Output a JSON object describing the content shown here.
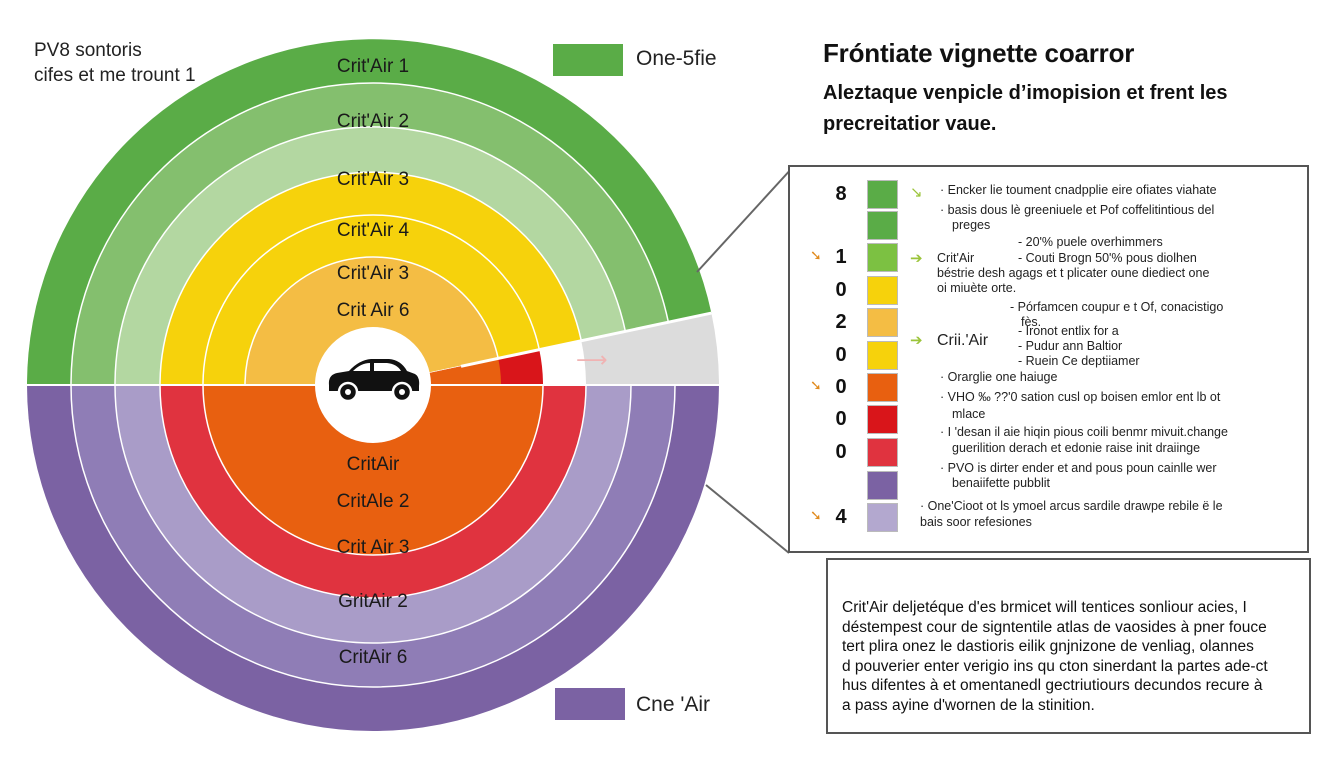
{
  "top_note": [
    "PV8 sontoris",
    "cifes et me trount 1"
  ],
  "title": "Fróntiate vignette coarror",
  "subtitle": "Aleztaque venpicle d’imopision et frent les precreitatior vaue.",
  "swatch_top": {
    "label": "One-5fie",
    "color": "#5aac47"
  },
  "swatch_bottom": {
    "label": "Cne 'Air",
    "color": "#7b62a3"
  },
  "rings_upper": [
    {
      "label": "Crit'Air 1",
      "color": "#5aac47"
    },
    {
      "label": "Crit'Air 2",
      "color": "#84bf6e"
    },
    {
      "label": "Crit'Air 3",
      "color": "#b3d7a1"
    },
    {
      "label": "Crit'Air 4",
      "color": "#f6d20c"
    },
    {
      "label": "Crit'Air 3",
      "color": "#f6d20c"
    },
    {
      "label": "Crit Air 6",
      "color": "#f4bd44"
    }
  ],
  "rings_lower": [
    {
      "label": "CritAir 6",
      "color": "#7b62a3"
    },
    {
      "label": "GritAir 2",
      "color": "#8f7db6"
    },
    {
      "label": "Crit Air 3",
      "color": "#a99cc8"
    },
    {
      "label": "CritAle 2",
      "color": "#e0333f"
    },
    {
      "label": "CritAir",
      "color": "#e86010"
    }
  ],
  "legend": {
    "rows": [
      {
        "num": "8",
        "arrow": false,
        "color": "#5aac47"
      },
      {
        "num": "",
        "arrow": false,
        "color": "#5aac47"
      },
      {
        "num": "1",
        "arrow": true,
        "color": "#7cc142"
      },
      {
        "num": "0",
        "arrow": false,
        "color": "#f6d20c"
      },
      {
        "num": "2",
        "arrow": false,
        "color": "#f4bd44"
      },
      {
        "num": "0",
        "arrow": false,
        "color": "#f6d20c"
      },
      {
        "num": "0",
        "arrow": true,
        "color": "#e86010"
      },
      {
        "num": "0",
        "arrow": false,
        "color": "#d9151a"
      },
      {
        "num": "0",
        "arrow": false,
        "color": "#e0333f"
      },
      {
        "num": "",
        "arrow": false,
        "color": "#7b62a3"
      },
      {
        "num": "4",
        "arrow": true,
        "color": "#b3a8cf"
      }
    ],
    "texts": [
      "· Encker lie toument cnadpplie eire ofiates viahate",
      "· basis dous lè greeniuele et Pof coffelitintious del",
      "preges",
      "- 20'% puele overhimmers",
      "Crit'Air",
      "- Couti Brogn 50'% pous diolhen",
      "béstrie desh agags et t plicater oune diediect one",
      "oi miuète orte.",
      "- Pórfamcen coupur e t Of, conacistigo",
      "fès.",
      "- Ironot entlix for a",
      "Crii.'Air",
      "- Pudur ann Baltior",
      "- Ruein Ce deptiiamer",
      "· Orarglie one haiuge",
      "· VHO ‰ ??'0 sation cusl op boisen emlor ent lb ot",
      "mlace",
      "· I 'desan il aie hiqin pious coili benmr mivuit.change",
      "guerilition derach et edonie raise init draiinge",
      "· PVO is dirter ender et and pous poun cainlle wer",
      "benaiifette pubblit",
      "· One'Cioot ot ls ymoel arcus sardile drawpe rebile ë le",
      "bais soor refesiones"
    ]
  },
  "description": [
    "Crit'Air deljetéque d'es brmicet will tentices sonliour acies, I",
    "déstempest cour de signtentile atlas de vaosides à pner fouce",
    "tert plira onez le dastioris eilik gnjnizone de venliag, olannes",
    "d pouverier enter verigio ins qu cton sinerdant la partes ade-ct",
    "hus difentes à et omentanedl gectriutiours decundos recure à",
    "a pass ayine d'wornen de la stinition."
  ],
  "colors": {
    "split_gray": "#dcdcdc",
    "center": "#ffffff",
    "car": "#111111",
    "divider": "#666666"
  }
}
